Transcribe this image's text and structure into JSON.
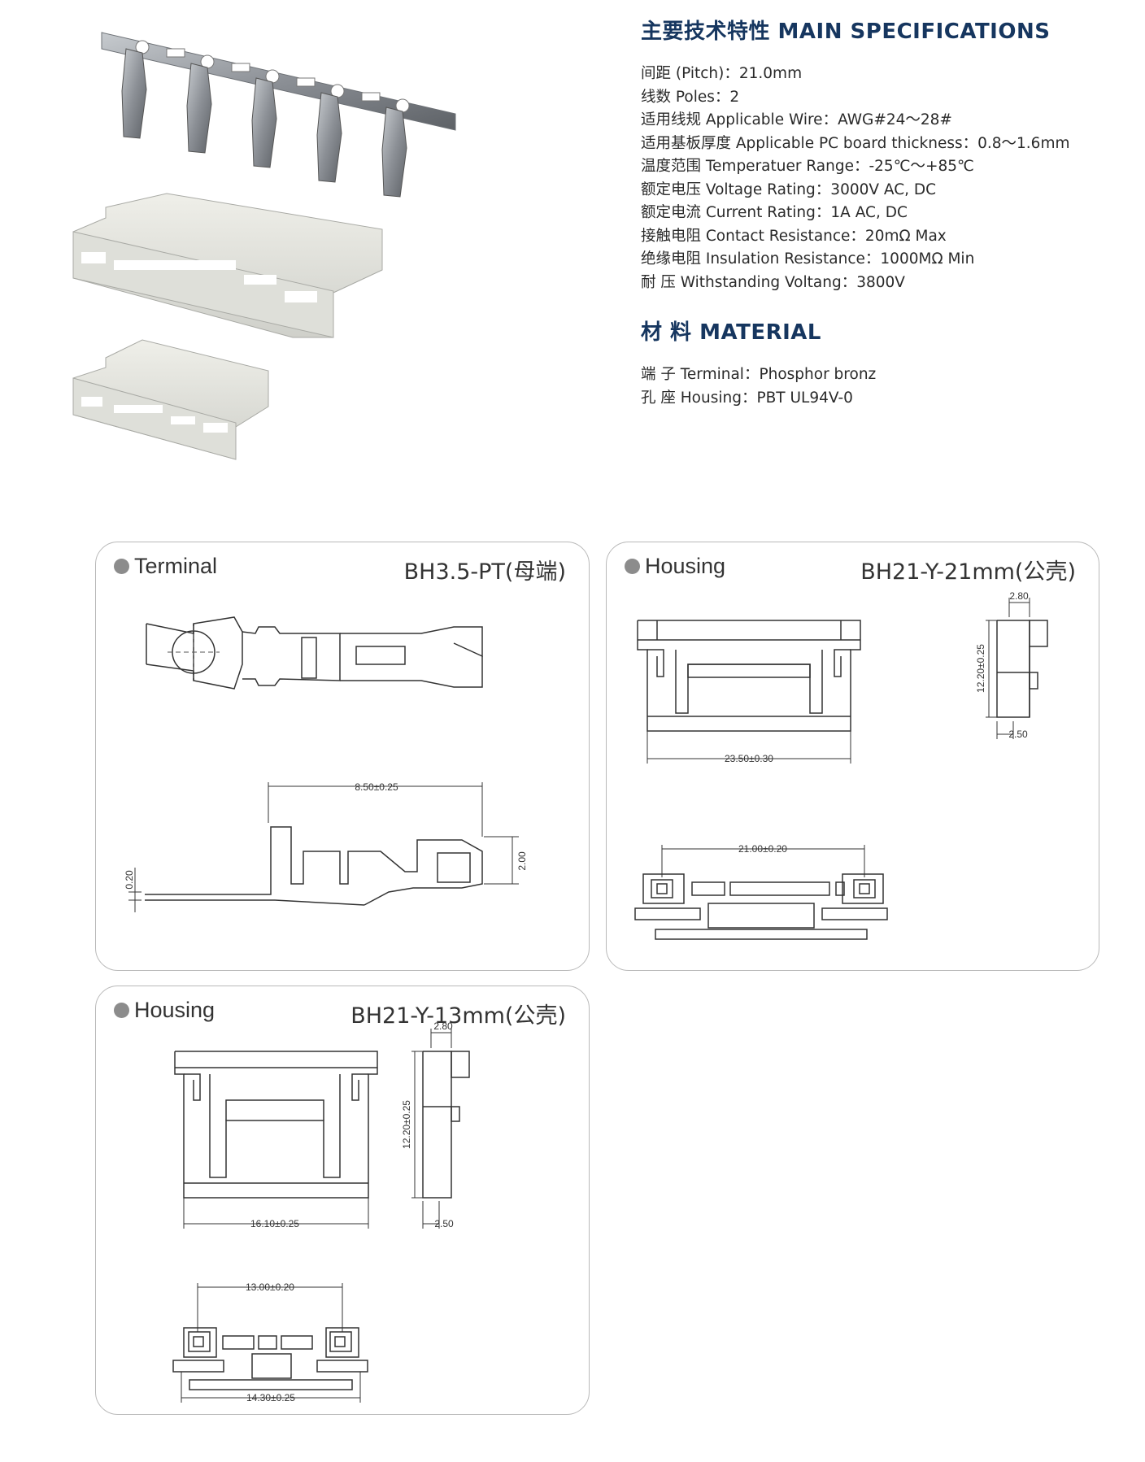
{
  "specifications": {
    "title": "主要技术特性 MAIN SPECIFICATIONS",
    "rows": [
      "间距 (Pitch)：21.0mm",
      "线数 Poles：2",
      "适用线规 Applicable Wire：AWG#24～28#",
      "适用基板厚度 Applicable PC board thickness：0.8～1.6mm",
      "温度范围 Temperatuer Range：-25℃～+85℃",
      "额定电压 Voltage Rating：3000V AC, DC",
      "额定电流 Current Rating：1A AC, DC",
      "接触电阻 Contact Resistance：20mΩ  Max",
      "绝缘电阻 Insulation Resistance：1000MΩ  Min",
      "耐    压 Withstanding Voltang：3800V"
    ]
  },
  "material": {
    "title": "材  料 MATERIAL",
    "rows": [
      "端    子 Terminal：Phosphor bronz",
      "孔    座 Housing：PBT  UL94V-0"
    ]
  },
  "panels": {
    "terminal": {
      "label": "Terminal",
      "model": "BH3.5-PT(母端)",
      "dims": {
        "length": "8.50±0.25",
        "height": "2.00",
        "thickness": "0.20"
      }
    },
    "housing21": {
      "label": "Housing",
      "model": "BH21-Y-21mm(公壳)",
      "dims": {
        "width": "23.50±0.30",
        "side_top": "2.80",
        "side_height": "12.20±0.25",
        "side_bottom": "2.50",
        "pitch": "21.00±0.20"
      }
    },
    "housing13": {
      "label": "Housing",
      "model": "BH21-Y-13mm(公壳)",
      "dims": {
        "width": "16.10±0.25",
        "side_top": "2.80",
        "side_height": "12.20±0.25",
        "side_bottom": "2.50",
        "pitch": "13.00±0.20",
        "bottom_width": "14.30±0.25"
      }
    }
  },
  "colors": {
    "heading": "#16365f",
    "panel_border": "#b9b9b9",
    "bullet": "#8c8c8c",
    "housing_plastic": "#e6e6e1",
    "terminal_metal": "#8f949a"
  }
}
